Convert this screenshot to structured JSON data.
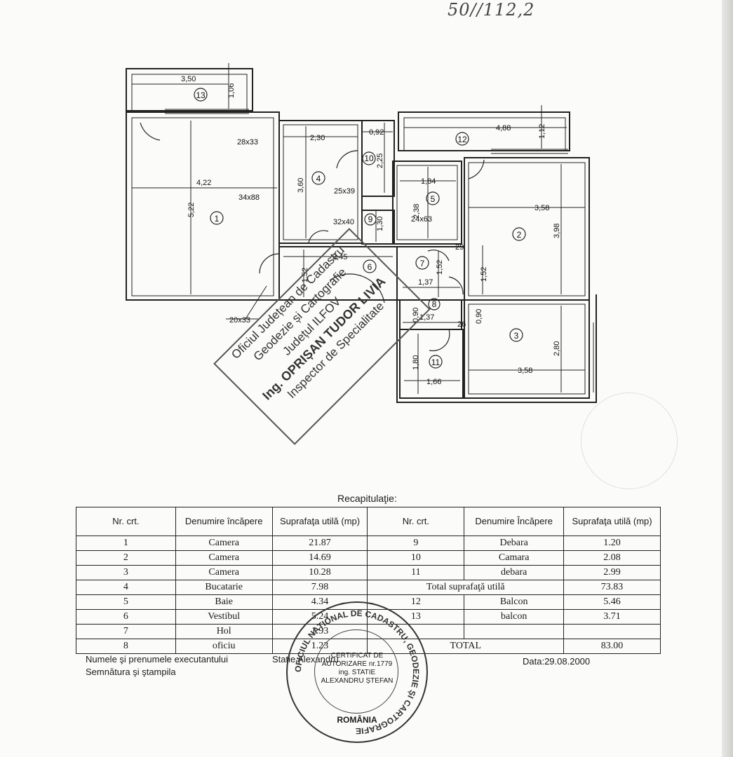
{
  "top_note": "50//112,2",
  "rooms": [
    {
      "num": "1",
      "dims": [
        "4,22",
        "5,22"
      ]
    },
    {
      "num": "2",
      "dims": [
        "3,58",
        "3,98"
      ]
    },
    {
      "num": "3",
      "dims": [
        "3,58",
        "2,80"
      ]
    },
    {
      "num": "4",
      "dims": [
        "2,30",
        "3,60"
      ]
    },
    {
      "num": "5",
      "dims": [
        "1,84",
        "2,38"
      ]
    },
    {
      "num": "6",
      "dims": [
        "3,45",
        "1,52"
      ]
    },
    {
      "num": "7",
      "dims": [
        "1,37",
        "1,52"
      ]
    },
    {
      "num": "8",
      "dims": [
        "1,37",
        "0,90"
      ]
    },
    {
      "num": "9",
      "dims": [
        "1,30"
      ]
    },
    {
      "num": "10",
      "dims": [
        "0,92",
        "2,25"
      ]
    },
    {
      "num": "11",
      "dims": [
        "1,66",
        "1,80"
      ]
    },
    {
      "num": "12",
      "dims": [
        "4,88",
        "1,12"
      ]
    },
    {
      "num": "13",
      "dims": [
        "3,50",
        "1,06"
      ]
    }
  ],
  "plan_labels": {
    "l_28x33": "28x33",
    "l_34x88": "34x88",
    "l_25x39": "25x39",
    "l_32x40": "32x40",
    "l_24x63": "24x63",
    "l_20x33": "20x33",
    "l_29": "29",
    "l_26": "26",
    "d_152b": "1,52",
    "d_090b": "0,90"
  },
  "stamp": {
    "line1": "Oficiul Județean de Cadastru",
    "line2": "Geodezie și Cartografie",
    "line3": "Județul ILFOV",
    "line4": "Ing. OPRIȘAN TUDOR LIVIA",
    "line5": "Inspector de Specialitate"
  },
  "recap": {
    "title": "Recapitulaţie:",
    "headers": {
      "nr": "Nr. crt.",
      "name": "Denumire încăpere",
      "area": "Suprafaţa utilă (mp)",
      "nr2": "Nr. crt.",
      "name2": "Denumire Încăpere",
      "area2": "Suprafaţa utilă (mp)"
    },
    "left": [
      {
        "nr": "1",
        "name": "Camera",
        "area": "21.87"
      },
      {
        "nr": "2",
        "name": "Camera",
        "area": "14.69"
      },
      {
        "nr": "3",
        "name": "Camera",
        "area": "10.28"
      },
      {
        "nr": "4",
        "name": "Bucatarie",
        "area": "7.98"
      },
      {
        "nr": "5",
        "name": "Baie",
        "area": "4.34"
      },
      {
        "nr": "6",
        "name": "Vestibul",
        "area": "5.24"
      },
      {
        "nr": "7",
        "name": "Hol",
        "area": "1.93"
      },
      {
        "nr": "8",
        "name": "oficiu",
        "area": "1.23"
      }
    ],
    "right": [
      {
        "nr": "9",
        "name": "Debara",
        "area": "1.20"
      },
      {
        "nr": "10",
        "name": "Camara",
        "area": "2.08"
      },
      {
        "nr": "11",
        "name": "debara",
        "area": "2.99"
      },
      {
        "total_label": "Total suprafaţă utilă",
        "area": "73.83"
      },
      {
        "nr": "12",
        "name": "Balcon",
        "area": "5.46"
      },
      {
        "nr": "13",
        "name": "balcon",
        "area": "3.71"
      },
      {
        "nr": "",
        "name": "",
        "area": ""
      },
      {
        "total_label": "TOTAL",
        "area": "83.00"
      }
    ]
  },
  "footer": {
    "executant": "Numele şi prenumele executantului",
    "executant_value": "Statie Alexandru",
    "signature": "Semnătura şi ştampila",
    "date": "Data:29.08.2000"
  },
  "round_stamp": {
    "ring": "OFICIUL NAȚIONAL DE CADASTRU, GEODEZIE ȘI CARTOGRAFIE",
    "country": "ROMÂNIA",
    "center": "CERTIFICAT DE AUTORIZARE nr.1779 ing. STATIE ALEXANDRU ȘTEFAN"
  }
}
